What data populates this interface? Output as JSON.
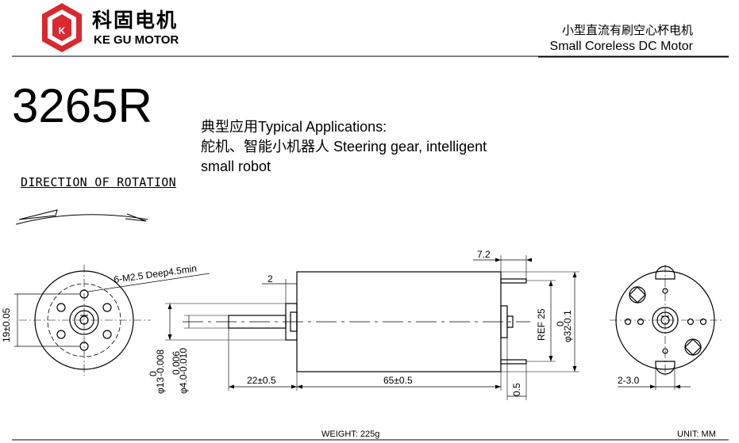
{
  "header": {
    "logo_mark": "K",
    "brand_cn": "科固电机",
    "brand_en": "KE GU MOTOR",
    "product_cn": "小型直流有刷空心杯电机",
    "product_en": "Small Coreless DC Motor"
  },
  "model": "3265R",
  "applications": {
    "line1": "典型应用Typical Applications:",
    "line2": "舵机、智能小机器人 Steering gear, intelligent",
    "line3": "small robot"
  },
  "rotation_label": "DIRECTION OF ROTATION",
  "dimensions": {
    "mount_holes": "6-M2.5 Deep4.5min",
    "hole_spacing": "19±0.05",
    "boss_dia": "φ13",
    "boss_tol_upper": "0",
    "boss_tol_lower": "-0.008",
    "shaft_dia": "φ4.0",
    "shaft_tol_upper": "0.006",
    "shaft_tol_lower": "-0.010",
    "front_offset": "2",
    "shaft_length": "22±0.5",
    "body_length": "65±0.5",
    "terminal_length": "7.2",
    "terminal_spacing": "REF 25",
    "body_dia": "φ32",
    "body_tol_upper": "0",
    "body_tol_lower": "-0.1",
    "rear_gap": "0.5",
    "rear_boss": "2-3.0"
  },
  "footer": {
    "weight": "WEIGHT: 225g",
    "unit": "UNIT: MM"
  },
  "colors": {
    "logo_red": "#d9282f",
    "line": "#000000"
  }
}
